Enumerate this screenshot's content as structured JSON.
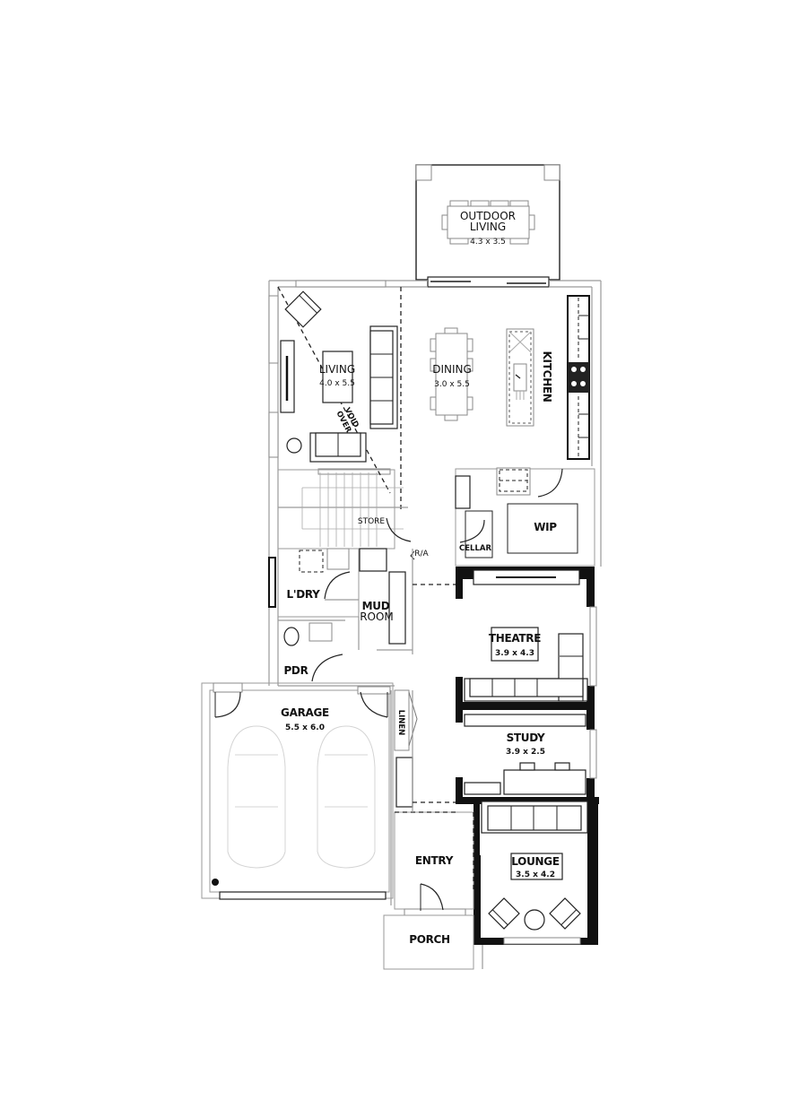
{
  "plan": {
    "rooms": {
      "outdoor_living": {
        "name_line1": "OUTDOOR",
        "name_line2": "LIVING",
        "dim": "4.3 x 3.5"
      },
      "living": {
        "name": "LIVING",
        "dim": "4.0 x 5.5"
      },
      "void_over": {
        "line1": "VOID",
        "line2": "OVER"
      },
      "dining": {
        "name": "DINING",
        "dim": "3.0 x 5.5"
      },
      "kitchen": {
        "name": "KITCHEN"
      },
      "store": {
        "name": "STORE"
      },
      "wip": {
        "name": "WIP"
      },
      "cellar": {
        "name": "CELLAR"
      },
      "ra": {
        "name": "R/A"
      },
      "laundry": {
        "name": "L'DRY"
      },
      "mud_room": {
        "line1": "MUD",
        "line2": "ROOM"
      },
      "powder": {
        "name": "PDR"
      },
      "theatre": {
        "name": "THEATRE",
        "dim": "3.9 x 4.3"
      },
      "study": {
        "name": "STUDY",
        "dim": "3.9 x 2.5"
      },
      "garage": {
        "name": "GARAGE",
        "dim": "5.5 x 6.0"
      },
      "linen": {
        "name": "LINEN"
      },
      "entry": {
        "name": "ENTRY"
      },
      "lounge": {
        "name": "LOUNGE",
        "dim": "3.5 x 4.2"
      },
      "porch": {
        "name": "PORCH"
      }
    },
    "colors": {
      "wall": "#9a9a9a",
      "ink": "#111111",
      "car": "#d4d4d4"
    }
  }
}
